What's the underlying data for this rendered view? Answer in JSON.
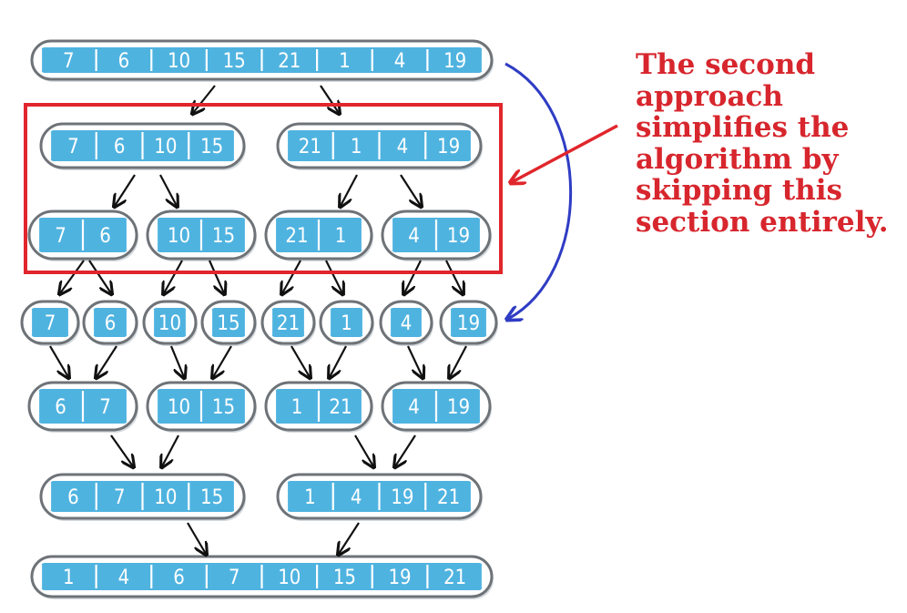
{
  "colors": {
    "cell_fill": "#4fb3e0",
    "cell_divider": "#ffffff",
    "pill_border": "#6e7378",
    "pill_shadow": "#b9c2c9",
    "highlight_box": "#e0262c",
    "blue_arrow": "#2f3cc4",
    "red_arrow": "#e0262c",
    "note_text": "#d7262d",
    "arrow": "#111111"
  },
  "annotation": {
    "lines": [
      "The second",
      "approach",
      "simplifies the",
      "algorithm by",
      "skipping this",
      "section entirely."
    ]
  },
  "levels": [
    {
      "name": "input",
      "groups": [
        [
          7,
          6,
          10,
          15,
          21,
          1,
          4,
          19
        ]
      ]
    },
    {
      "name": "split-halves",
      "groups": [
        [
          7,
          6,
          10,
          15
        ],
        [
          21,
          1,
          4,
          19
        ]
      ]
    },
    {
      "name": "split-pairs",
      "groups": [
        [
          7,
          6
        ],
        [
          10,
          15
        ],
        [
          21,
          1
        ],
        [
          4,
          19
        ]
      ]
    },
    {
      "name": "singles",
      "groups": [
        [
          7
        ],
        [
          6
        ],
        [
          10
        ],
        [
          15
        ],
        [
          21
        ],
        [
          1
        ],
        [
          4
        ],
        [
          19
        ]
      ]
    },
    {
      "name": "merged-pairs",
      "groups": [
        [
          6,
          7
        ],
        [
          10,
          15
        ],
        [
          1,
          21
        ],
        [
          4,
          19
        ]
      ]
    },
    {
      "name": "merged-quads",
      "groups": [
        [
          6,
          7,
          10,
          15
        ],
        [
          1,
          4,
          19,
          21
        ]
      ]
    },
    {
      "name": "sorted-output",
      "groups": [
        [
          1,
          4,
          6,
          7,
          10,
          15,
          19,
          21
        ]
      ]
    }
  ]
}
